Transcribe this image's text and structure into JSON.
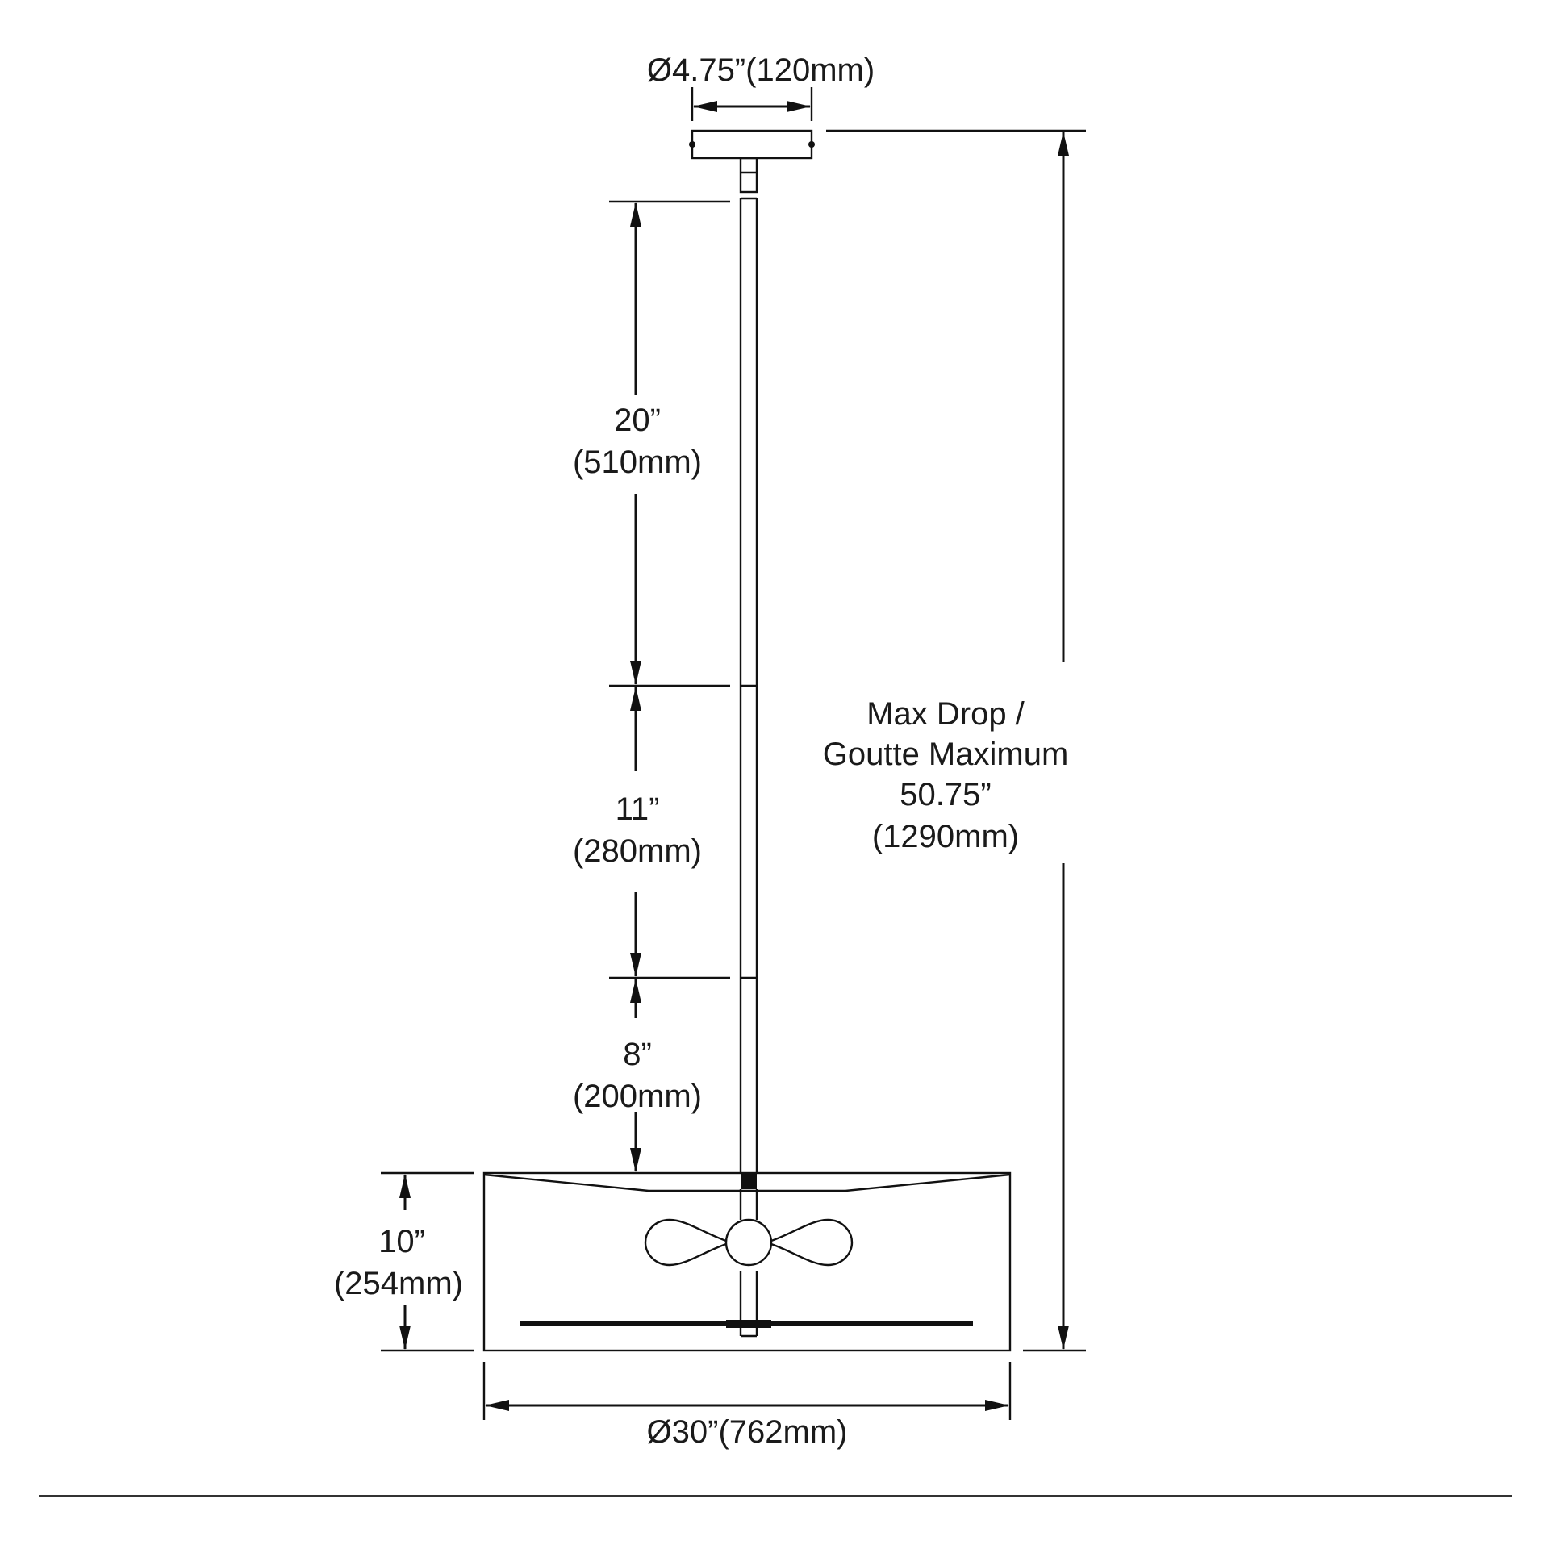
{
  "dimensions": {
    "canopy_diameter": "Ø4.75”(120mm)",
    "rod_1": {
      "inches": "20”",
      "mm": "(510mm)"
    },
    "rod_2": {
      "inches": "11”",
      "mm": "(280mm)"
    },
    "rod_3": {
      "inches": "8”",
      "mm": "(200mm)"
    },
    "shade_height": {
      "inches": "10”",
      "mm": "(254mm)"
    },
    "shade_diameter": "Ø30”(762mm)",
    "max_drop": {
      "line1": "Max Drop /",
      "line2": "Goutte Maximum",
      "inches": "50.75”",
      "mm": "(1290mm)"
    }
  }
}
